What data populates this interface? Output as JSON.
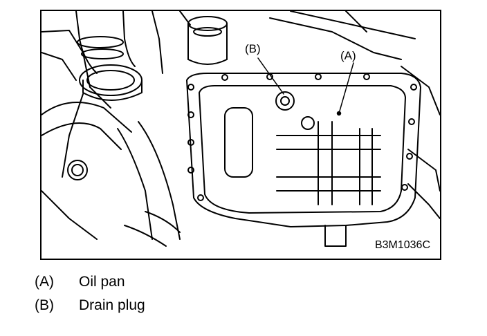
{
  "figure": {
    "code": "B3M1036C",
    "callouts": [
      {
        "key": "a",
        "label": "A"
      },
      {
        "key": "b",
        "label": "B"
      }
    ]
  },
  "legend": [
    {
      "key": "(A)",
      "text": "Oil pan"
    },
    {
      "key": "(B)",
      "text": "Drain plug"
    }
  ]
}
